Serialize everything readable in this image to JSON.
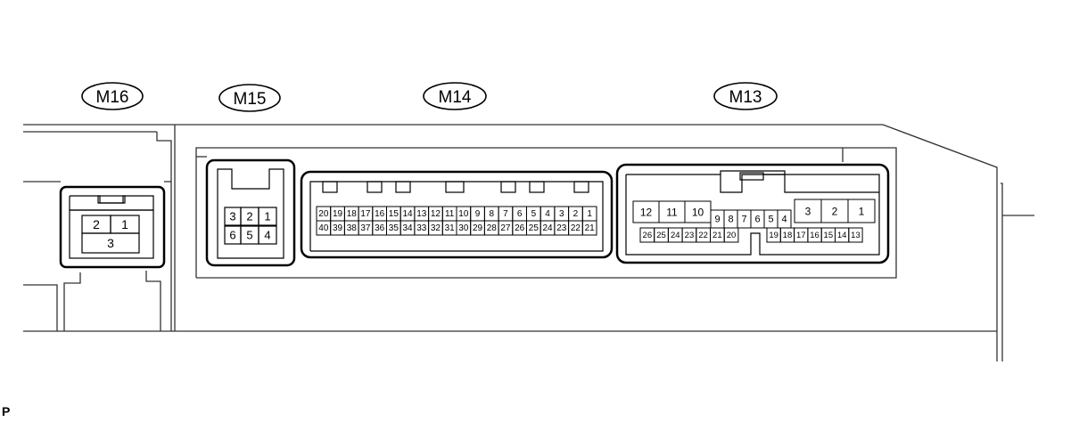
{
  "connectors": {
    "m16": {
      "label": "M16",
      "rows": [
        [
          "2",
          "1"
        ],
        [
          "3"
        ]
      ]
    },
    "m15": {
      "label": "M15",
      "rows": [
        [
          "3",
          "2",
          "1"
        ],
        [
          "6",
          "5",
          "4"
        ]
      ]
    },
    "m14": {
      "label": "M14",
      "rows": [
        [
          "20",
          "19",
          "18",
          "17",
          "16",
          "15",
          "14",
          "13",
          "12",
          "11",
          "10",
          "9",
          "8",
          "7",
          "6",
          "5",
          "4",
          "3",
          "2",
          "1"
        ],
        [
          "40",
          "39",
          "38",
          "37",
          "36",
          "35",
          "34",
          "33",
          "32",
          "31",
          "30",
          "29",
          "28",
          "27",
          "26",
          "25",
          "24",
          "23",
          "22",
          "21"
        ]
      ]
    },
    "m13": {
      "label": "M13",
      "left_large": [
        "12",
        "11",
        "10"
      ],
      "middle": [
        "9",
        "8",
        "7",
        "6",
        "5",
        "4"
      ],
      "right_large": [
        "3",
        "2",
        "1"
      ],
      "bottom_left": [
        "26",
        "25",
        "24",
        "23",
        "22",
        "21",
        "20"
      ],
      "bottom_right": [
        "19",
        "18",
        "17",
        "16",
        "15",
        "14",
        "13"
      ]
    }
  },
  "corner_mark": "P"
}
